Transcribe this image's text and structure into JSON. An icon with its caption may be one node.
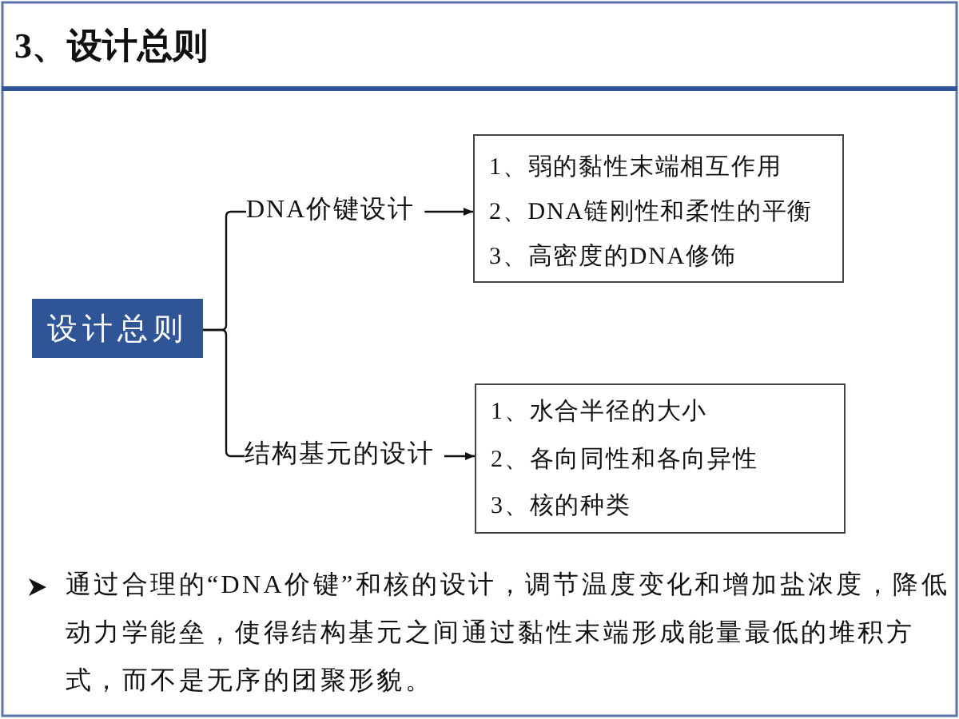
{
  "diagram": {
    "title": "3、设计总则",
    "nodes": [
      {
        "text": [
          "设计总则"
        ]
      },
      {
        "text": [
          "DNA价键设计"
        ]
      },
      {
        "text": [
          "1、弱的黏性末端相互作用",
          "2、DNA链刚性和柔性的平衡",
          "3、高密度的DNA修饰"
        ]
      },
      {
        "text": [
          "结构基元的设计"
        ]
      },
      {
        "text": [
          "1、水合半径的大小",
          "2、各向同性和各向异性",
          "3、核的种类"
        ]
      }
    ],
    "edges": [
      {
        "from": 0,
        "to": 1,
        "arrow": "none"
      },
      {
        "from": 0,
        "to": 3,
        "arrow": "none"
      },
      {
        "from": 1,
        "to": 2,
        "arrow": "to"
      },
      {
        "from": 3,
        "to": 4,
        "arrow": "to"
      }
    ],
    "labels": [
      "通过合理的“DNA价键”和核的设计，调节温度变化和增加盐浓度，降低动力学能垒，使得结构基元之间通过黏性末端形成能量最低的堆积方式，而不是无序的团聚形貌。"
    ]
  }
}
